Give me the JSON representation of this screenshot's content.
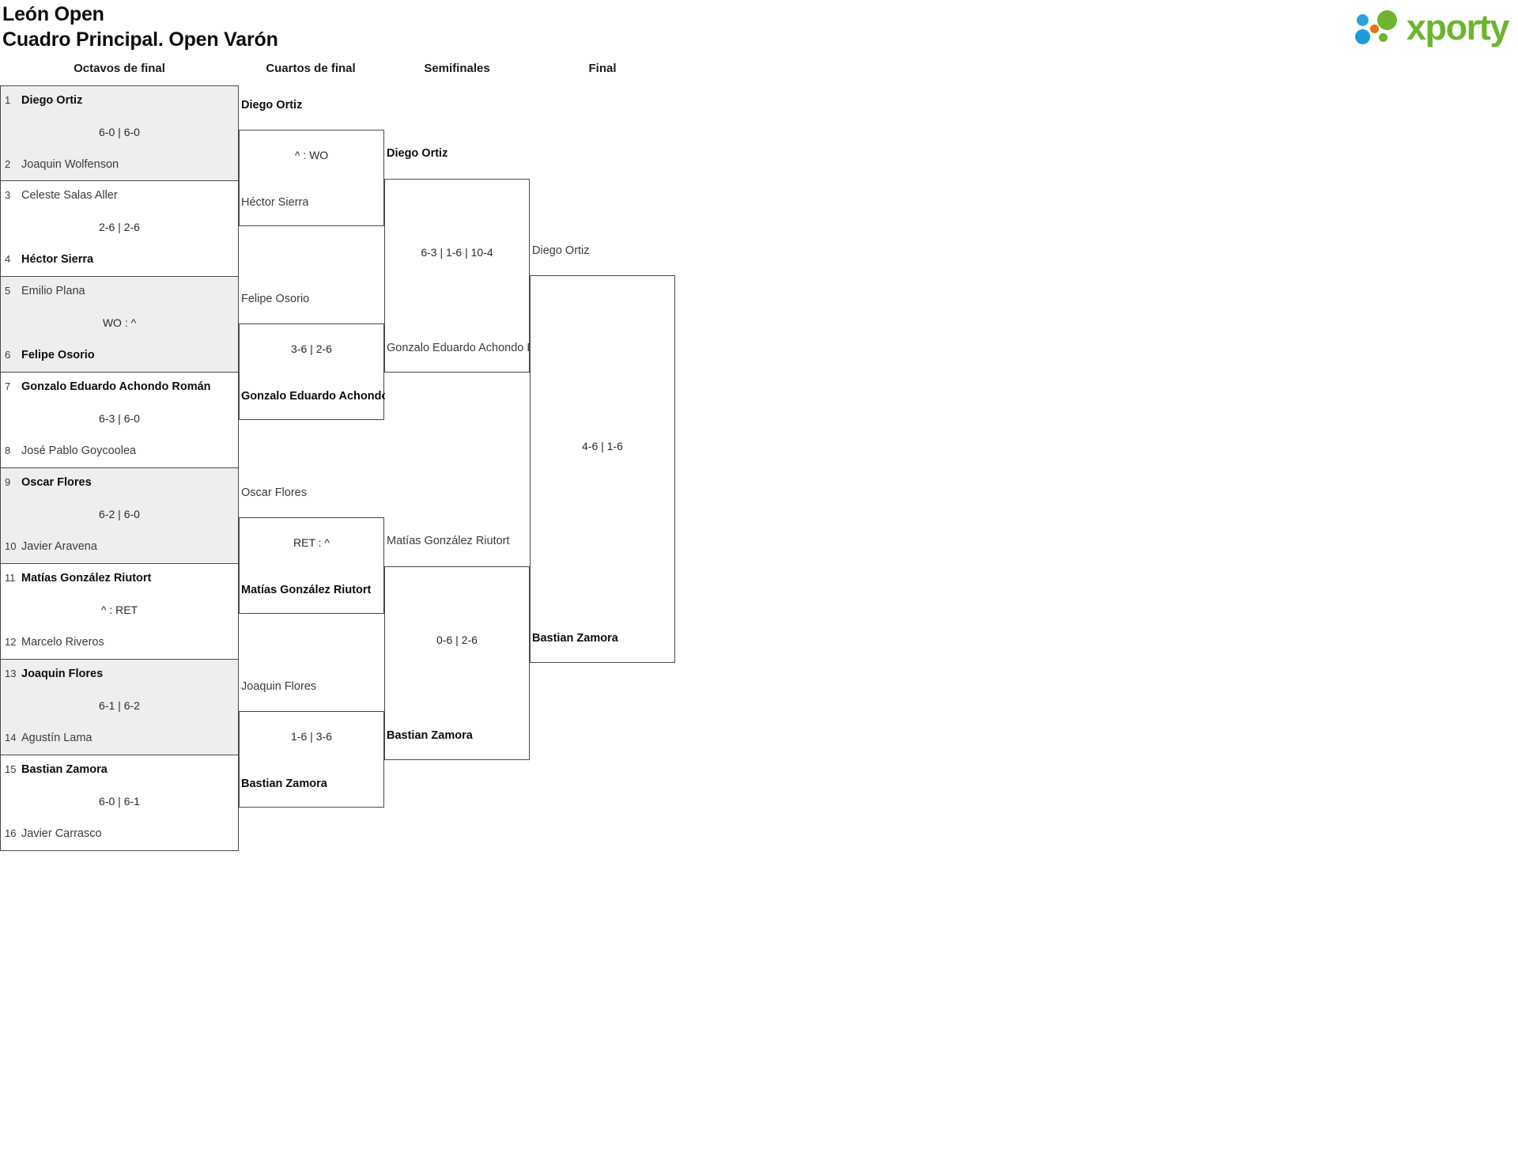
{
  "header": {
    "tournament": "León Open",
    "subtitle": "Cuadro Principal. Open Varón",
    "logo_text": "xporty"
  },
  "colors": {
    "logo_green": "#6cb52d",
    "logo_blue": "#1c9bd8",
    "logo_orange": "#e8720c",
    "row_shade": "#eeeeee",
    "border": "#4a4a4a"
  },
  "rounds": [
    {
      "label": "Octavos de final"
    },
    {
      "label": "Cuartos de final"
    },
    {
      "label": "Semifinales"
    },
    {
      "label": "Final"
    }
  ],
  "round1": {
    "matches": [
      {
        "shaded": true,
        "top": {
          "seed": "1",
          "name": "Diego Ortiz",
          "winner": true
        },
        "bot": {
          "seed": "2",
          "name": "Joaquin Wolfenson",
          "winner": false
        },
        "score": "6-0 | 6-0"
      },
      {
        "shaded": false,
        "top": {
          "seed": "3",
          "name": "Celeste Salas Aller",
          "winner": false
        },
        "bot": {
          "seed": "4",
          "name": "Héctor Sierra",
          "winner": true
        },
        "score": "2-6 | 2-6"
      },
      {
        "shaded": true,
        "top": {
          "seed": "5",
          "name": "Emilio Plana",
          "winner": false
        },
        "bot": {
          "seed": "6",
          "name": "Felipe Osorio",
          "winner": true
        },
        "score": "WO : ^"
      },
      {
        "shaded": false,
        "top": {
          "seed": "7",
          "name": "Gonzalo Eduardo Achondo Román",
          "winner": true
        },
        "bot": {
          "seed": "8",
          "name": "José Pablo Goycoolea",
          "winner": false
        },
        "score": "6-3 | 6-0"
      },
      {
        "shaded": true,
        "top": {
          "seed": "9",
          "name": "Oscar Flores",
          "winner": true
        },
        "bot": {
          "seed": "10",
          "name": "Javier Aravena",
          "winner": false
        },
        "score": "6-2 | 6-0"
      },
      {
        "shaded": false,
        "top": {
          "seed": "11",
          "name": "Matías González Riutort",
          "winner": true
        },
        "bot": {
          "seed": "12",
          "name": "Marcelo Riveros",
          "winner": false
        },
        "score": "^ : RET"
      },
      {
        "shaded": true,
        "top": {
          "seed": "13",
          "name": "Joaquin Flores",
          "winner": true
        },
        "bot": {
          "seed": "14",
          "name": "Agustín Lama",
          "winner": false
        },
        "score": "6-1 | 6-2"
      },
      {
        "shaded": false,
        "top": {
          "seed": "15",
          "name": "Bastian Zamora",
          "winner": true
        },
        "bot": {
          "seed": "16",
          "name": "Javier Carrasco",
          "winner": false
        },
        "score": "6-0 | 6-1"
      }
    ]
  },
  "round2": {
    "matches": [
      {
        "top": {
          "name": "Diego Ortiz",
          "winner": true
        },
        "bot": {
          "name": "Héctor Sierra",
          "winner": false
        },
        "score": "^ : WO"
      },
      {
        "top": {
          "name": "Felipe Osorio",
          "winner": false
        },
        "bot": {
          "name": "Gonzalo Eduardo Achondo Román",
          "winner": true
        },
        "score": "3-6 | 2-6"
      },
      {
        "top": {
          "name": "Oscar Flores",
          "winner": false
        },
        "bot": {
          "name": "Matías González Riutort",
          "winner": true
        },
        "score": "RET : ^"
      },
      {
        "top": {
          "name": "Joaquin Flores",
          "winner": false
        },
        "bot": {
          "name": "Bastian Zamora",
          "winner": true
        },
        "score": "1-6 | 3-6"
      }
    ]
  },
  "round3": {
    "matches": [
      {
        "top": {
          "name": "Diego Ortiz",
          "winner": true
        },
        "bot": {
          "name": "Gonzalo Eduardo Achondo Román",
          "winner": false
        },
        "score": "6-3 | 1-6 | 10-4"
      },
      {
        "top": {
          "name": "Matías González Riutort",
          "winner": false
        },
        "bot": {
          "name": "Bastian Zamora",
          "winner": true
        },
        "score": "0-6 | 2-6"
      }
    ]
  },
  "round4": {
    "matches": [
      {
        "top": {
          "name": "Diego Ortiz",
          "winner": false
        },
        "bot": {
          "name": "Bastian Zamora",
          "winner": true
        },
        "score": "4-6 | 1-6"
      }
    ]
  }
}
